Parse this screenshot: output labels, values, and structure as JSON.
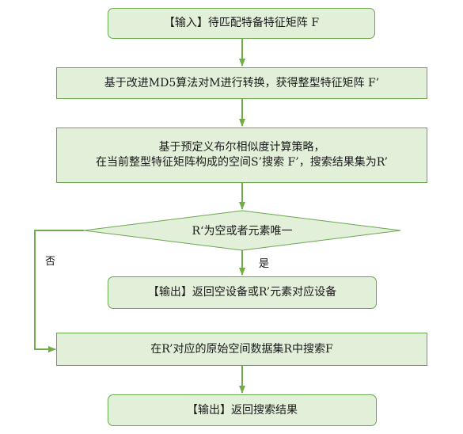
{
  "flowchart": {
    "step1": "【输入】待匹配特备特征矩阵 F",
    "step2": "基于改进MD5算法对M进行转换，获得整型特征矩阵 F’",
    "step3_line1": "基于预定义布尔相似度计算策略，",
    "step3_line2": "在当前整型特征矩阵构成的空间S’搜索 F’，搜索结果集为R’",
    "decision": "R‘为空或者元素唯一",
    "yes_label": "是",
    "no_label": "否",
    "step4": "【输出】返回空设备或R’元素对应设备",
    "step5": "在R’对应的原始空间数据集R中搜索F",
    "step6": "【输出】返回搜索结果"
  },
  "colors": {
    "fill": "#e2efd9",
    "stroke": "#6aa84f",
    "arrow": "#70ad47"
  }
}
